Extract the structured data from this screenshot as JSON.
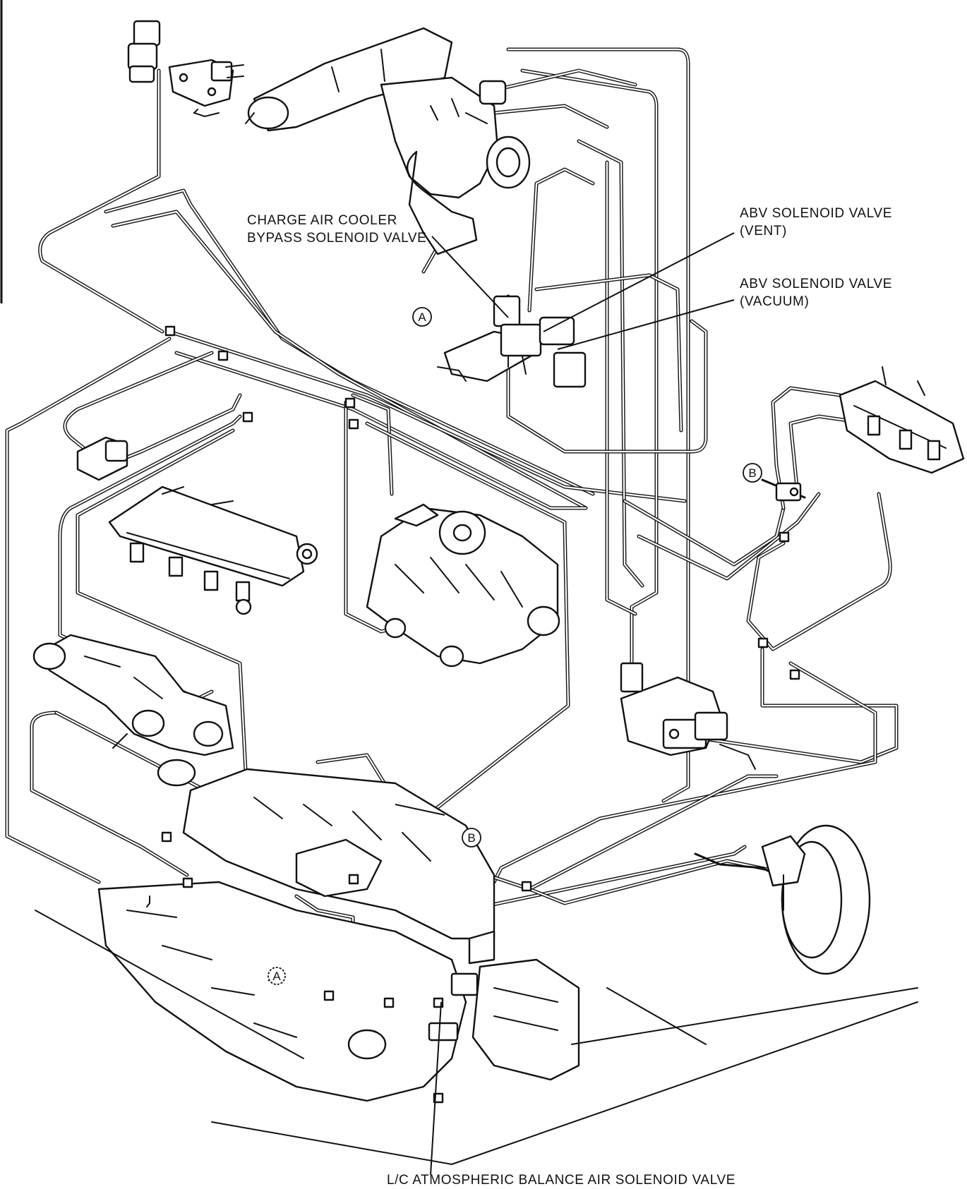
{
  "labels": {
    "charge_air_cooler_line1": "CHARGE AIR COOLER",
    "charge_air_cooler_line2": "BYPASS SOLENOID VALVE",
    "abv_vent_line1": "ABV SOLENOID VALVE",
    "abv_vent_line2": "(VENT)",
    "abv_vacuum_line1": "ABV SOLENOID VALVE",
    "abv_vacuum_line2": "(VACUUM)",
    "lc_balance": "L/C ATMOSPHERIC BALANCE AIR SOLENOID VALVE"
  },
  "markers": {
    "a": "A",
    "b": "B"
  },
  "colors": {
    "ink": "#111111",
    "paper": "#ffffff"
  }
}
